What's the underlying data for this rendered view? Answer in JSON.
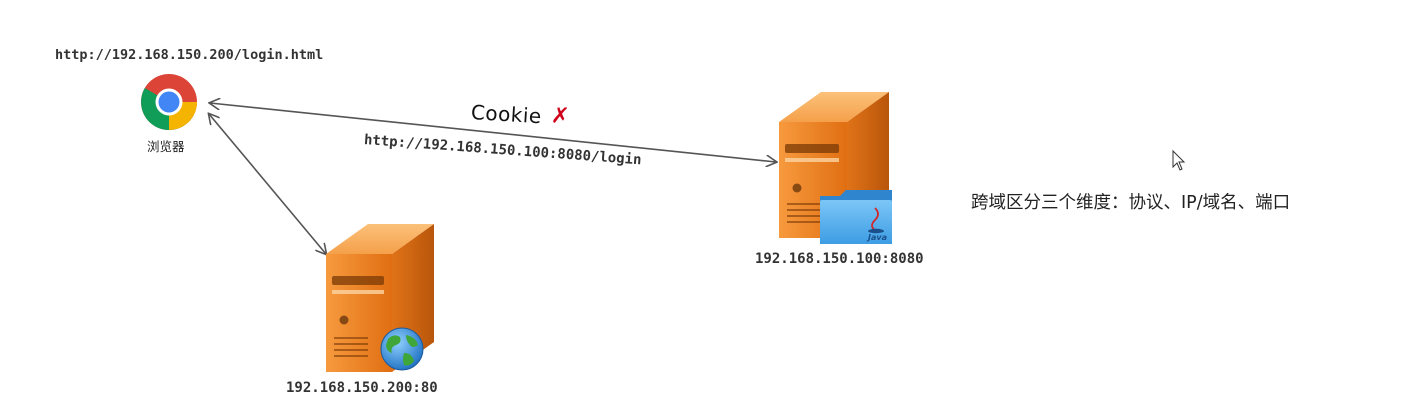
{
  "browser": {
    "url": "http://192.168.150.200/login.html",
    "label": "浏览器",
    "icon": "chrome-icon"
  },
  "request": {
    "cookie_label": "Cookie",
    "cookie_status_icon": "red-x-icon",
    "url": "http://192.168.150.100:8080/login"
  },
  "servers": {
    "java": {
      "address": "192.168.150.100:8080",
      "badge_icon": "java-folder-icon"
    },
    "web": {
      "address": "192.168.150.200:80",
      "badge_icon": "globe-icon"
    }
  },
  "note": {
    "text": "跨域区分三个维度：协议、IP/域名、端口"
  },
  "colors": {
    "server_orange": "#e8761c",
    "arrow_gray": "#555555",
    "cross_red": "#d0021b"
  }
}
